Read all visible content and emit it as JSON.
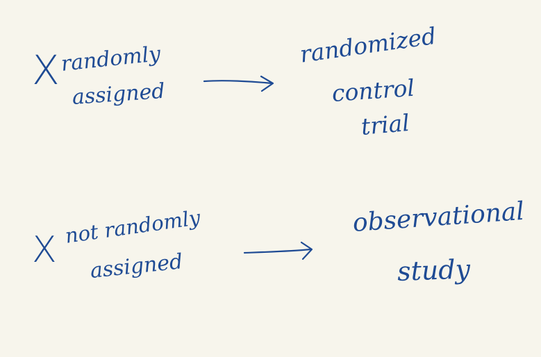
{
  "row1": {
    "variable": "X",
    "condition_line1": "randomly",
    "condition_line2": "assigned",
    "result_line1": "randomized",
    "result_line2": "control",
    "result_line3": "trial"
  },
  "row2": {
    "variable": "X",
    "condition_line1": "not randomly",
    "condition_line2": "assigned",
    "result_line1": "observational",
    "result_line2": "study"
  },
  "colors": {
    "ink": "#1f4b94",
    "paper": "#f7f5ec"
  }
}
